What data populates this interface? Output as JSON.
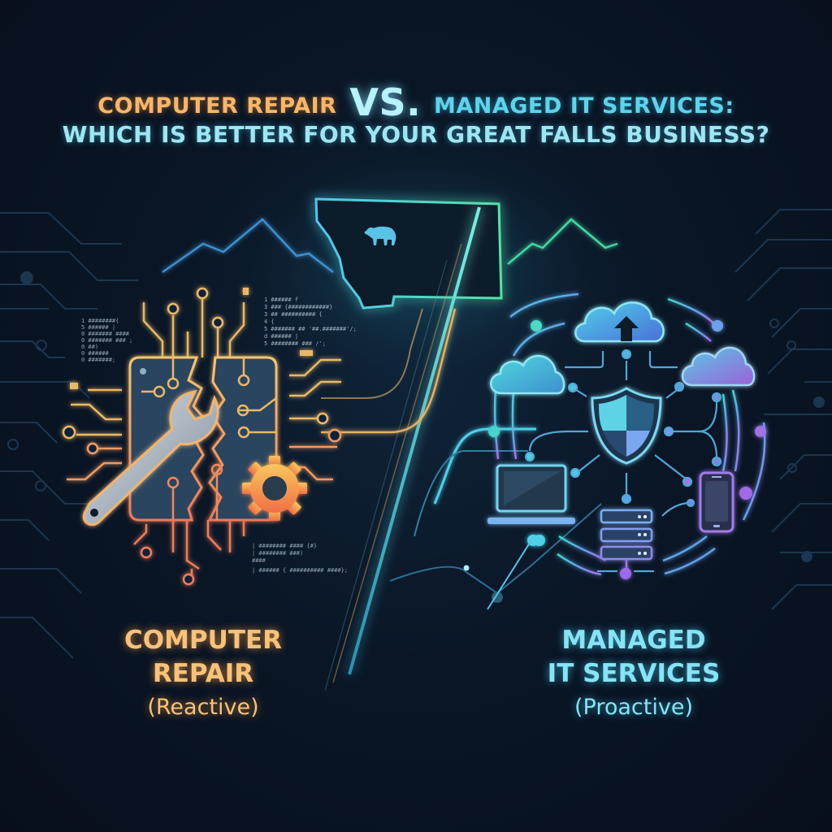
{
  "title": {
    "left": "COMPUTER REPAIR",
    "vs": "VS.",
    "right": "MANAGED IT SERVICES:",
    "line2": "WHICH IS BETTER FOR YOUR GREAT FALLS BUSINESS?"
  },
  "left_panel": {
    "heading_line1": "COMPUTER",
    "heading_line2": "REPAIR",
    "subtitle": "(Reactive)",
    "accent_color": "#f6b66a",
    "icons": [
      "broken-chip-icon",
      "wrench-icon",
      "gear-icon"
    ]
  },
  "right_panel": {
    "heading_line1": "MANAGED",
    "heading_line2": "IT SERVICES",
    "subtitle": "(Proactive)",
    "accent_color": "#5fd3ec",
    "icons": [
      "cloud-upload-icon",
      "cloud-icon",
      "shield-icon",
      "laptop-icon",
      "server-icon",
      "smartphone-icon"
    ]
  },
  "center": {
    "map_icon": "montana-state-outline-icon",
    "emblem_icon": "bear-icon"
  },
  "colors": {
    "background": "#0a1626",
    "orange": "#f6b66a",
    "coral": "#ef7e5a",
    "cyan": "#5fd3ec",
    "teal": "#3fd6a8",
    "violet": "#a77ae8"
  }
}
